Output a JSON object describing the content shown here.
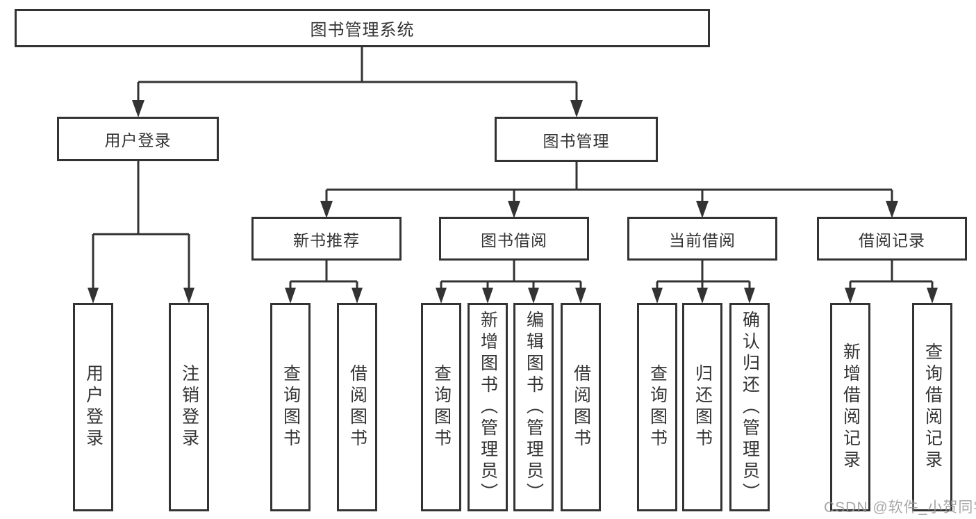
{
  "nodes": {
    "root": "图书管理系统",
    "user_login": "用户登录",
    "book_mgmt": "图书管理",
    "new_book": "新书推荐",
    "book_borrow": "图书借阅",
    "current_borrow": "当前借阅",
    "borrow_record": "借阅记录"
  },
  "leaves": {
    "user_login": [
      "用户登录",
      "注销登录"
    ],
    "new_book": [
      "查询图书",
      "借阅图书"
    ],
    "book_borrow": [
      "查询图书",
      "新增图书（管理员）",
      "编辑图书（管理员）",
      "借阅图书"
    ],
    "current_borrow": [
      "查询图书",
      "归还图书",
      "确认归还（管理员）"
    ],
    "borrow_record": [
      "新增借阅记录",
      "查询借阅记录"
    ]
  },
  "watermark": {
    "text": "CSDN @软件_小贺同学"
  },
  "colors": {
    "line": "#333333",
    "text": "#333333",
    "background": "#ffffff",
    "watermark": "#969696"
  }
}
